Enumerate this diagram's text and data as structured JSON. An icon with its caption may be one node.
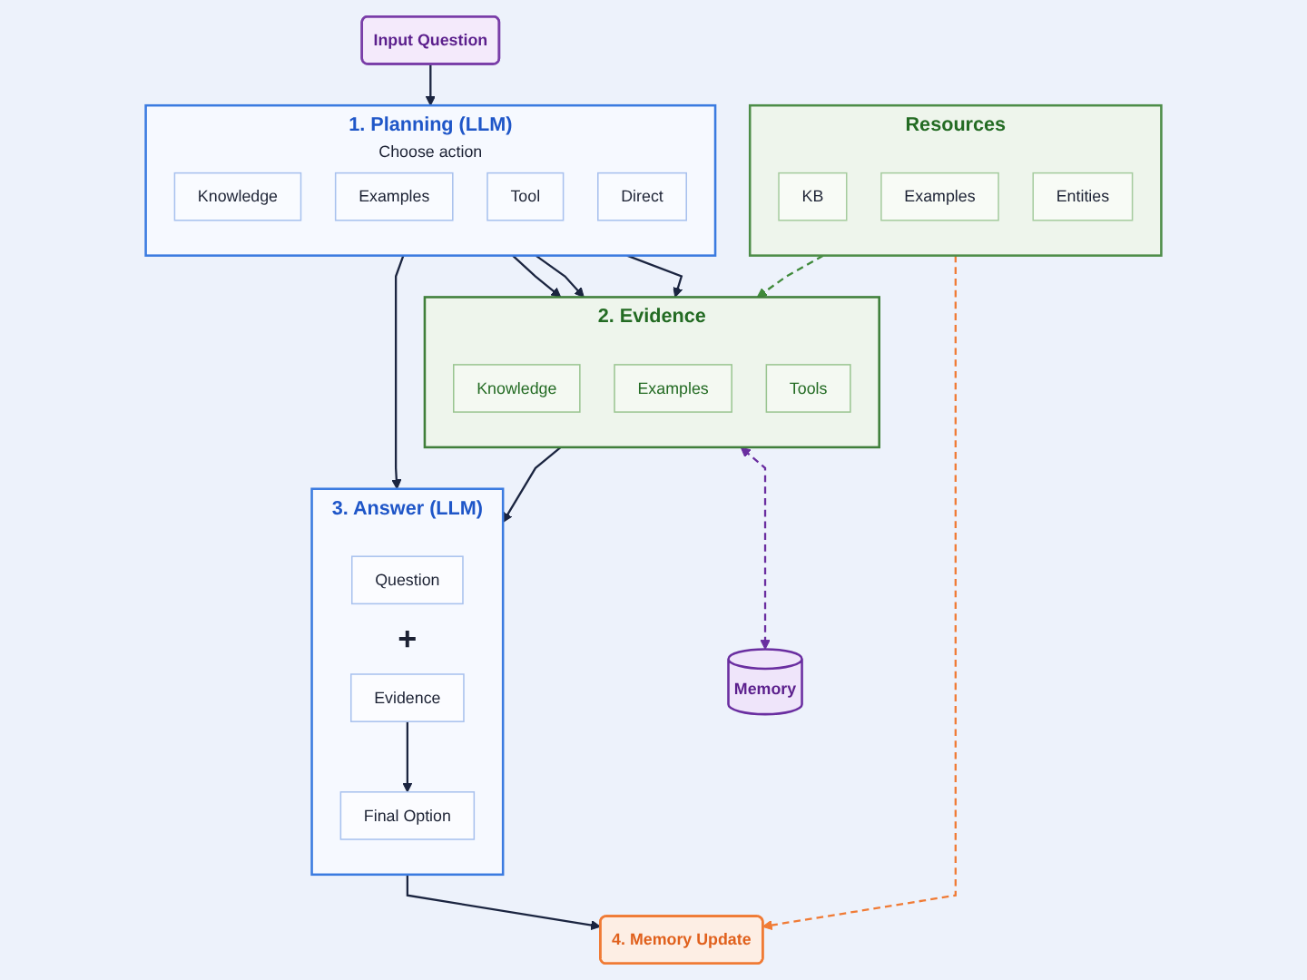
{
  "diagram": {
    "nodes": [
      {
        "text": [
          "Input Question"
        ]
      },
      {
        "text": [
          "1. Planning (LLM)",
          "Choose action"
        ]
      },
      {
        "text": [
          "Knowledge"
        ],
        "in": 1
      },
      {
        "text": [
          "Examples"
        ],
        "in": 1
      },
      {
        "text": [
          "Tool"
        ],
        "in": 1
      },
      {
        "text": [
          "Direct"
        ],
        "in": 1
      },
      {
        "text": [
          "2. Evidence"
        ]
      },
      {
        "text": [
          "Knowledge"
        ],
        "in": 6
      },
      {
        "text": [
          "Examples"
        ],
        "in": 6
      },
      {
        "text": [
          "Tools"
        ],
        "in": 6
      },
      {
        "text": [
          "3. Answer (LLM)"
        ]
      },
      {
        "text": [
          "Question"
        ],
        "in": 10
      },
      {
        "text": [
          "Evidence"
        ],
        "in": 10
      },
      {
        "text": [
          "Final Option"
        ],
        "in": 10
      },
      {
        "text": [
          "Memory"
        ]
      },
      {
        "text": [
          "Resources"
        ]
      },
      {
        "text": [
          "KB"
        ],
        "in": 15
      },
      {
        "text": [
          "Examples"
        ],
        "in": 15
      },
      {
        "text": [
          "Entities"
        ],
        "in": 15
      },
      {
        "text": [
          "4. Memory Update"
        ]
      }
    ],
    "edges": [
      {
        "from": 0,
        "to": 1,
        "arrow": "to"
      },
      {
        "from": 1,
        "to": 10,
        "arrow": "to"
      },
      {
        "from": 1,
        "to": 6,
        "arrow": "to"
      },
      {
        "from": 1,
        "to": 6,
        "arrow": "to"
      },
      {
        "from": 1,
        "to": 6,
        "arrow": "to"
      },
      {
        "from": 6,
        "to": 10,
        "arrow": "to"
      },
      {
        "from": 12,
        "to": 13,
        "arrow": "to"
      },
      {
        "from": 10,
        "to": 19,
        "arrow": "to"
      },
      {
        "from": 6,
        "to": 14,
        "arrow": "both",
        "style": "dashed",
        "color": "#6a2ea0"
      },
      {
        "from": 15,
        "to": 6,
        "arrow": "to",
        "style": "dashed",
        "color": "#3f8a3a"
      },
      {
        "from": 15,
        "to": 19,
        "arrow": "to",
        "style": "dashed",
        "color": "#f07b35"
      }
    ],
    "labels": [
      "+"
    ]
  }
}
